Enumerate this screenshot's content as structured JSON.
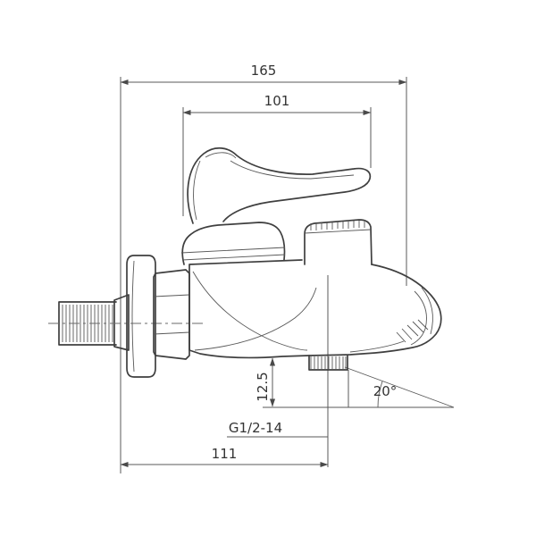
{
  "drawing": {
    "type": "technical-drawing",
    "subject": "wall-mounted bath mixer faucet, side view with installation dimensions"
  },
  "labels": {
    "overall_width": "165",
    "handle_width": "101",
    "outlet_offset": "12.5",
    "thread_spec": "G1/2-14",
    "spout_angle": "20°",
    "base_width": "111"
  },
  "colors": {
    "outline": "#3f3f3f",
    "dimension_lines": "#585858",
    "text": "#333333",
    "background": "#ffffff"
  }
}
